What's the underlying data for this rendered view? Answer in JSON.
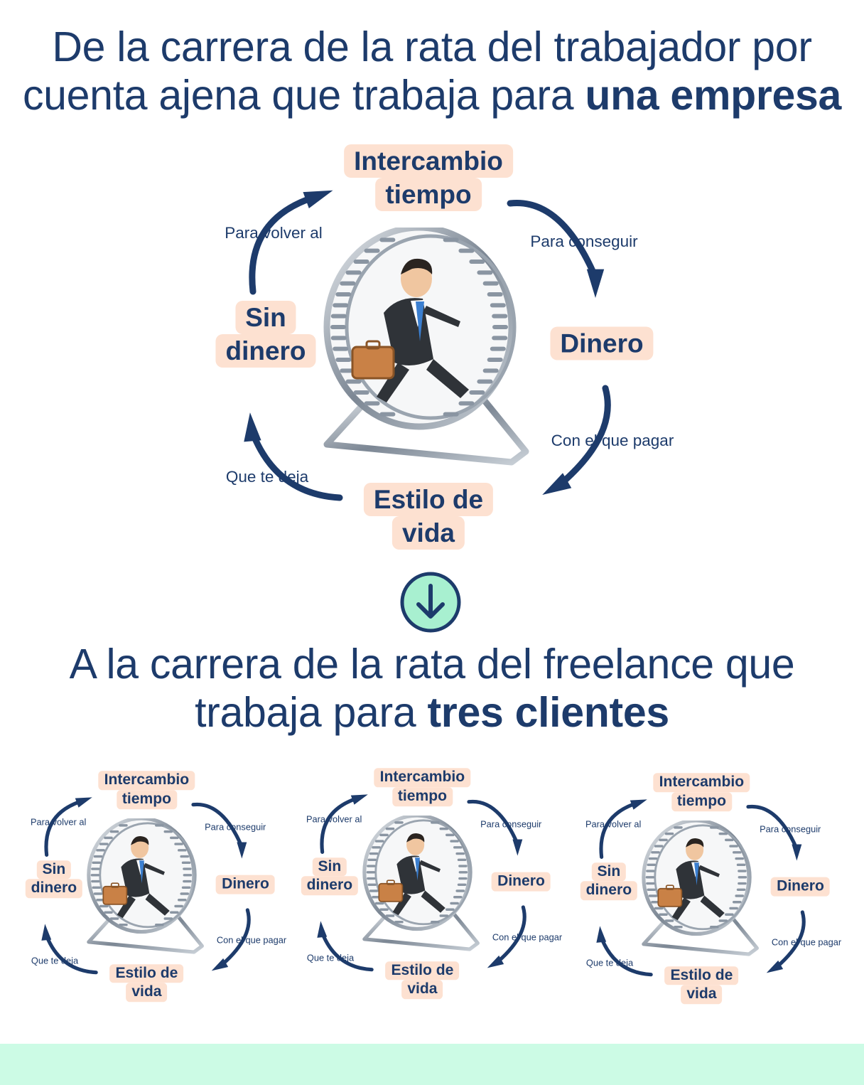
{
  "top_heading": {
    "line1": "De la carrera de la rata del trabajador por",
    "line2_prefix": "cuenta ajena que trabaja para ",
    "line2_bold": "una empresa"
  },
  "bottom_heading": {
    "line1": "A la carrera de la rata del freelance que",
    "line2_prefix": "trabaja para ",
    "line2_bold": "tres clientes"
  },
  "cycle": {
    "nodes": {
      "intercambio": [
        "Intercambio",
        "tiempo"
      ],
      "dinero": [
        "Dinero"
      ],
      "estilo": [
        "Estilo de",
        "vida"
      ],
      "sin_dinero": [
        "Sin",
        "dinero"
      ]
    },
    "connectors": {
      "para_conseguir": "Para conseguir",
      "con_el_que_pagar": "Con el que pagar",
      "que_te_deja": "Que te deja",
      "para_volver_al": "Para volver al"
    }
  },
  "colors": {
    "navy": "#1d3b6b",
    "pill_bg": "#fde1d1",
    "mint": "#a8f0d0",
    "footer_band": "#ccfbe5"
  },
  "icons": {
    "transition": "arrow-down-circle-icon",
    "figure": "businessman-hamster-wheel-icon"
  }
}
